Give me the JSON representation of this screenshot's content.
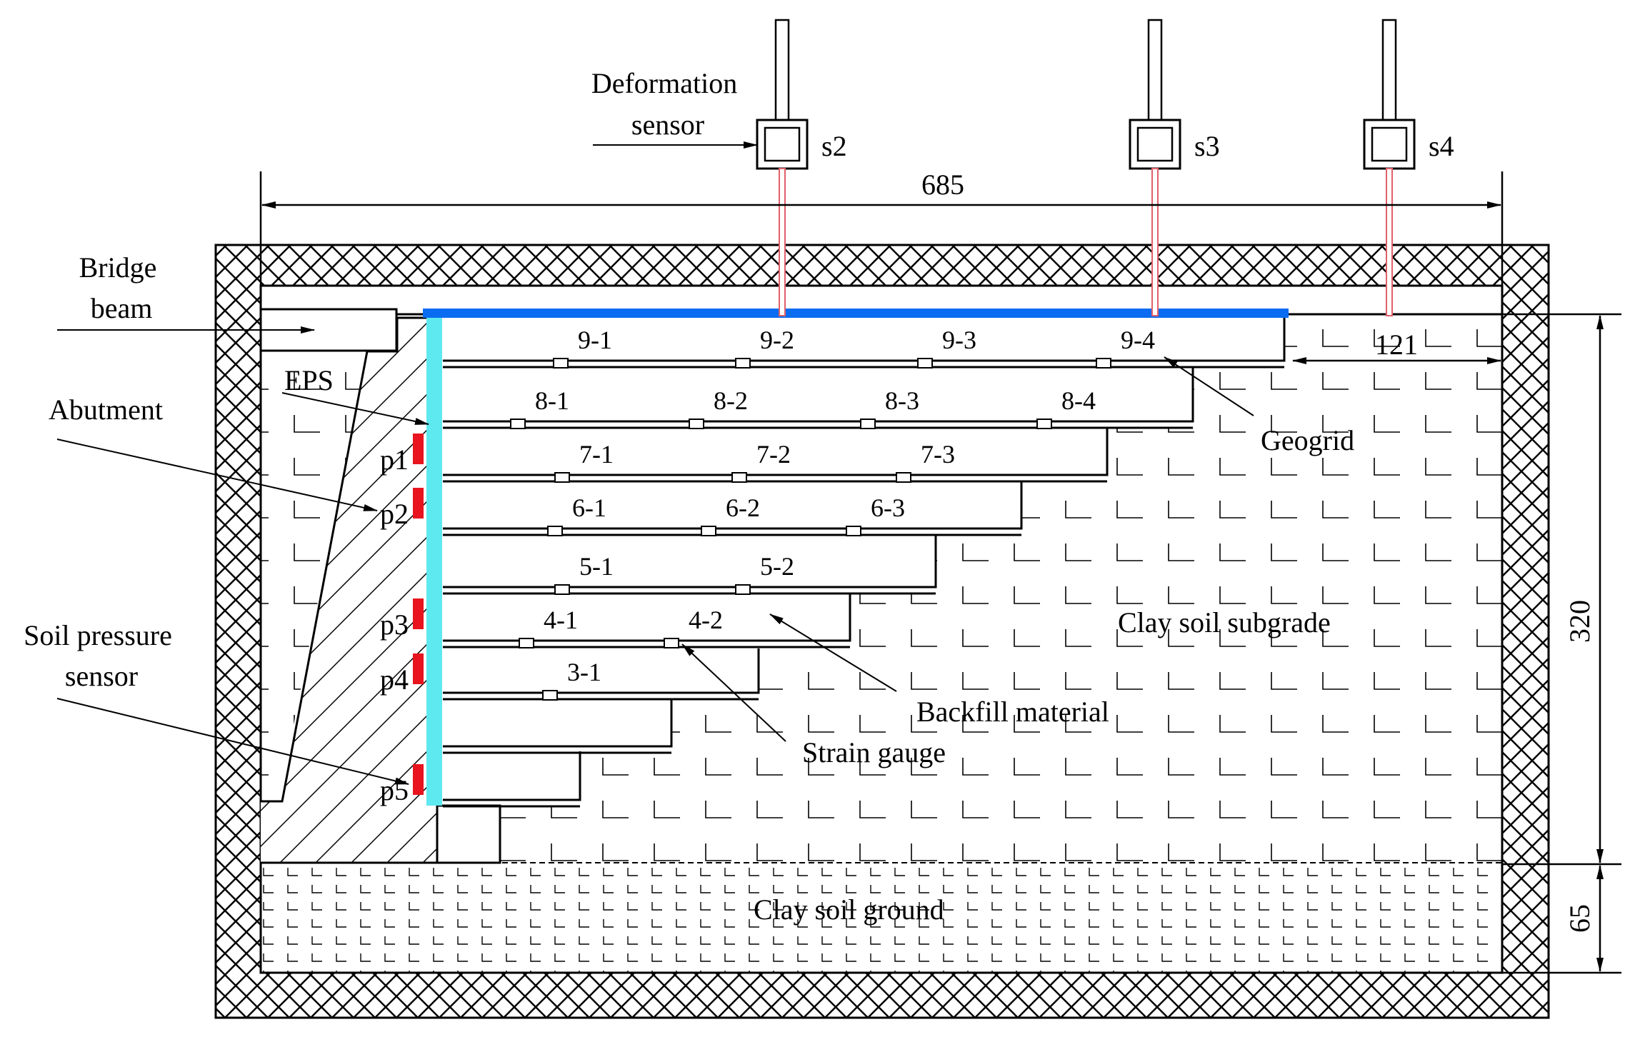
{
  "labels": {
    "deformation_sensor": [
      "Deformation",
      "sensor"
    ],
    "bridge_beam": [
      "Bridge",
      "beam"
    ],
    "eps": "EPS",
    "abutment": "Abutment",
    "soil_pressure_sensor": [
      "Soil pressure",
      "sensor"
    ],
    "geogrid": "Geogrid",
    "clay_soil_subgrade": "Clay soil subgrade",
    "backfill_material": "Backfill material",
    "strain_gauge": "Strain gauge",
    "clay_soil_ground": "Clay soil ground"
  },
  "dimensions": {
    "width": "685",
    "setback": "121",
    "height": "320",
    "ground": "65"
  },
  "displacement_sensors": [
    "s2",
    "s3",
    "s4"
  ],
  "pressure_sensors": [
    "p1",
    "p2",
    "p3",
    "p4",
    "p5"
  ],
  "layers": [
    {
      "gauges": [
        "9-1",
        "9-2",
        "9-3",
        "9-4"
      ]
    },
    {
      "gauges": [
        "8-1",
        "8-2",
        "8-3",
        "8-4"
      ]
    },
    {
      "gauges": [
        "7-1",
        "7-2",
        "7-3"
      ]
    },
    {
      "gauges": [
        "6-1",
        "6-2",
        "6-3"
      ]
    },
    {
      "gauges": [
        "5-1",
        "5-2"
      ]
    },
    {
      "gauges": [
        "4-1",
        "4-2"
      ]
    },
    {
      "gauges": [
        "3-1"
      ]
    },
    {
      "gauges": []
    },
    {
      "gauges": []
    }
  ],
  "colors": {
    "deck": "#0a6cf0",
    "eps_strip": "#5ee8f0",
    "pressure_sensor": "#e8141e",
    "sensor_rod": "#e0606a",
    "line": "#000000"
  }
}
